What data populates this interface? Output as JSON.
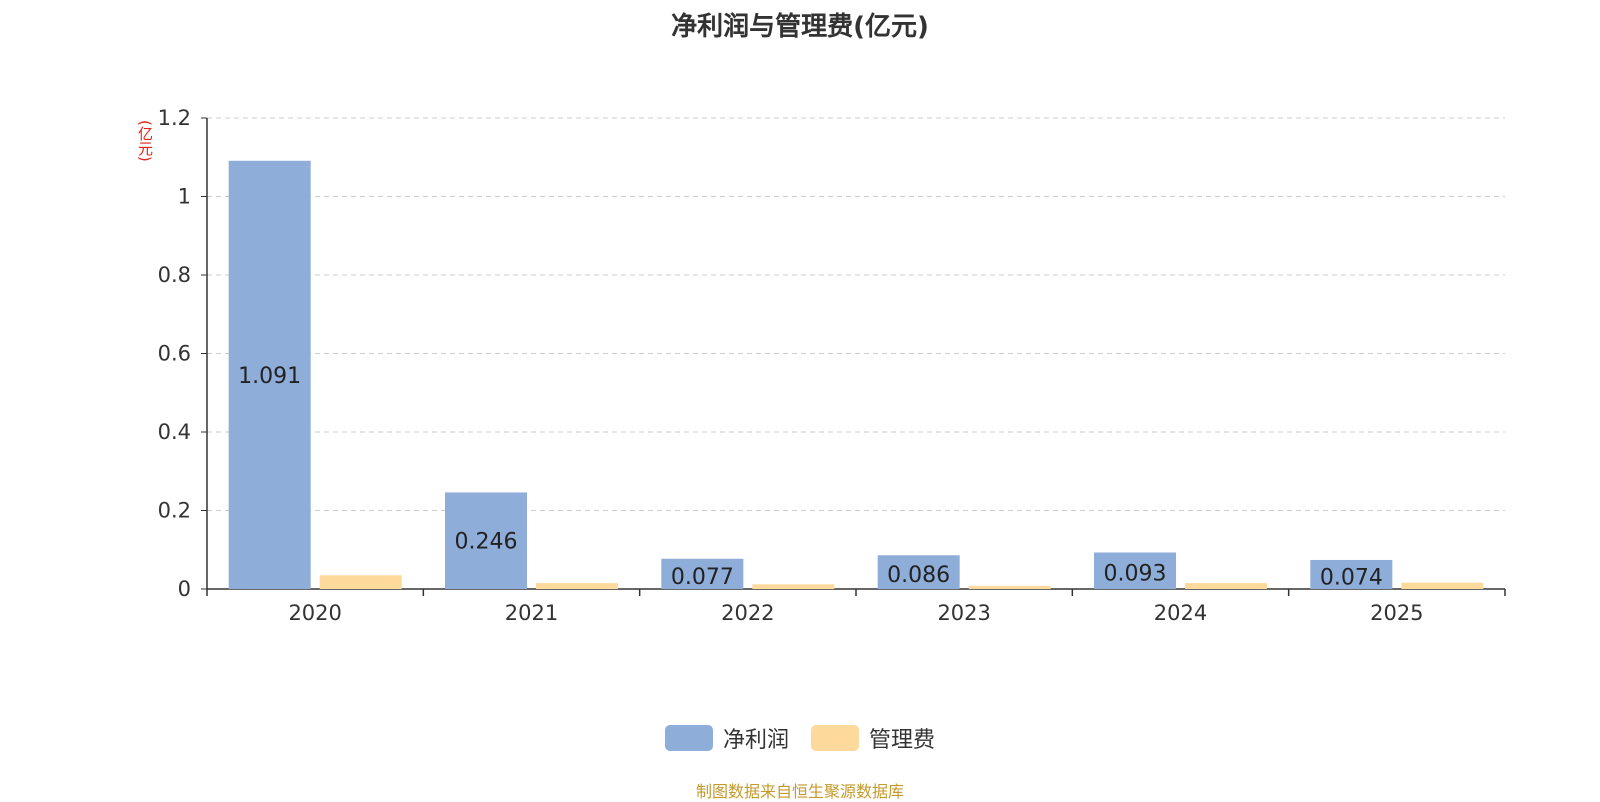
{
  "chart_data": {
    "type": "bar",
    "title": "净利润与管理费(亿元)",
    "unit_label": "(亿元)",
    "categories": [
      "2020",
      "2021",
      "2022",
      "2023",
      "2024",
      "2025"
    ],
    "series": [
      {
        "name": "净利润",
        "color": "#8eadd9",
        "values": [
          1.091,
          0.246,
          0.077,
          0.086,
          0.093,
          0.074
        ],
        "labels": [
          "1.091",
          "0.246",
          "0.077",
          "0.086",
          "0.093",
          "0.074"
        ]
      },
      {
        "name": "管理费",
        "color": "#fdd99b",
        "values": [
          0.035,
          0.015,
          0.012,
          0.008,
          0.015,
          0.016
        ]
      }
    ],
    "ylim": [
      0,
      1.2
    ],
    "yticks": [
      "0",
      "0.2",
      "0.4",
      "0.6",
      "0.8",
      "1",
      "1.2"
    ],
    "ytick_values": [
      0,
      0.2,
      0.4,
      0.6,
      0.8,
      1.0,
      1.2
    ],
    "grid": true,
    "legend_position": "bottom-center"
  },
  "source_text": "制图数据来自恒生聚源数据库"
}
